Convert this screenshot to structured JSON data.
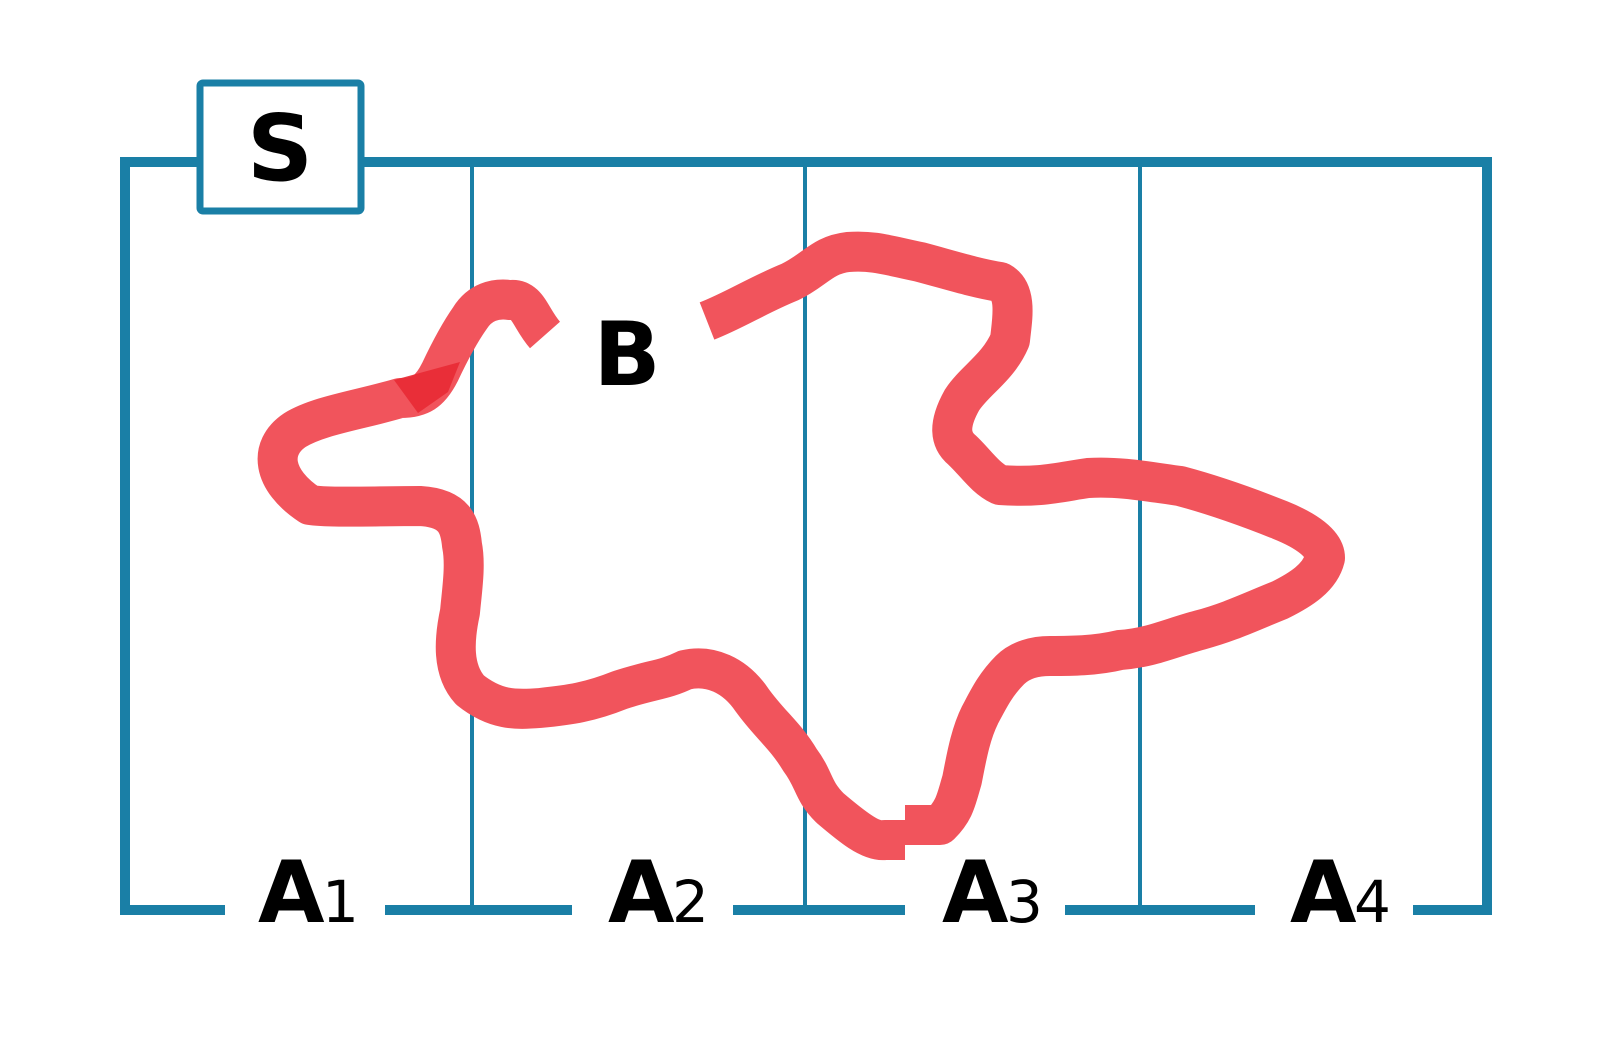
{
  "labels": {
    "set_s": "S",
    "region_b": "B",
    "part_letter": "A",
    "part_1_index": "1",
    "part_2_index": "2",
    "part_3_index": "3",
    "part_4_index": "4"
  },
  "colors": {
    "frame": "#1a7fa6",
    "curve": "#f1545c",
    "curve_dark": "#e82a34",
    "text": "#000000",
    "background": "#ffffff"
  }
}
